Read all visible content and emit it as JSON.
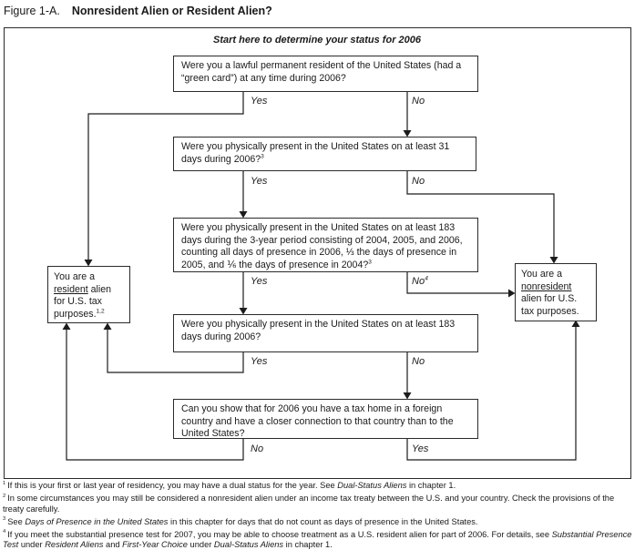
{
  "figure": {
    "label": "Figure 1-A.",
    "title": "Nonresident Alien or Resident Alien?"
  },
  "flowchart": {
    "start_instruction": "Start here to determine your status for 2006",
    "questions": [
      {
        "text": "Were you a lawful permanent resident of the United States (had a “green card”) at any time during 2006?",
        "sup": ""
      },
      {
        "text": "Were you physically present in the United States on at least 31 days during 2006?",
        "sup": "3"
      },
      {
        "text": "Were you physically present in the United States on at least 183 days during the 3-year period consisting of 2004, 2005, and 2006, counting all days of presence in 2006, ⅓ the days of presence in 2005, and ⅙ the days of presence in 2004?",
        "sup": "3"
      },
      {
        "text": "Were you physically present in the United States on at least 183 days during 2006?",
        "sup": ""
      },
      {
        "text": "Can you show that for 2006 you have a tax home in a foreign country and have a closer connection to that country than to the United States?",
        "sup": ""
      }
    ],
    "decisions": {
      "q1_yes": "Yes",
      "q1_no": "No",
      "q2_yes": "Yes",
      "q2_no": "No",
      "q3_yes": "Yes",
      "q3_no": "No",
      "q3_no_sup": "4",
      "q4_yes": "Yes",
      "q4_no": "No",
      "q5_no": "No",
      "q5_yes": "Yes"
    },
    "results": {
      "resident": {
        "pre": "You are a ",
        "underlined": "resident",
        "post": " alien for U.S. tax purposes.",
        "sup": "1,2"
      },
      "nonresident": {
        "pre": "You are a ",
        "underlined": "nonresident",
        "post": " alien for U.S. tax purposes."
      }
    }
  },
  "footnotes": [
    {
      "sup": "1",
      "parts": [
        {
          "t": "If this is your first or last year of residency, you may have a dual status for the year. See "
        },
        {
          "t": "Dual-Status Aliens",
          "italic": true
        },
        {
          "t": " in chapter 1."
        }
      ]
    },
    {
      "sup": "2",
      "parts": [
        {
          "t": "In some circumstances you may still be considered a nonresident alien under an income tax treaty between the U.S. and your country. Check the provisions of the treaty carefully."
        }
      ]
    },
    {
      "sup": "3",
      "parts": [
        {
          "t": "See "
        },
        {
          "t": "Days of Presence in the United States",
          "italic": true
        },
        {
          "t": " in this chapter for days that do not count as days of presence in the United States."
        }
      ]
    },
    {
      "sup": "4",
      "parts": [
        {
          "t": "If you meet the substantial presence test for 2007, you may be able to choose treatment as a U.S. resident alien for part of 2006. For details, see "
        },
        {
          "t": "Substantial Presence Test",
          "italic": true
        },
        {
          "t": " under "
        },
        {
          "t": "Resident Aliens",
          "italic": true
        },
        {
          "t": " and "
        },
        {
          "t": "First-Year Choice",
          "italic": true
        },
        {
          "t": " under "
        },
        {
          "t": "Dual-Status Aliens",
          "italic": true
        },
        {
          "t": " in chapter 1."
        }
      ]
    }
  ],
  "colors": {
    "ink": "#1a1a1a",
    "background": "#ffffff"
  }
}
